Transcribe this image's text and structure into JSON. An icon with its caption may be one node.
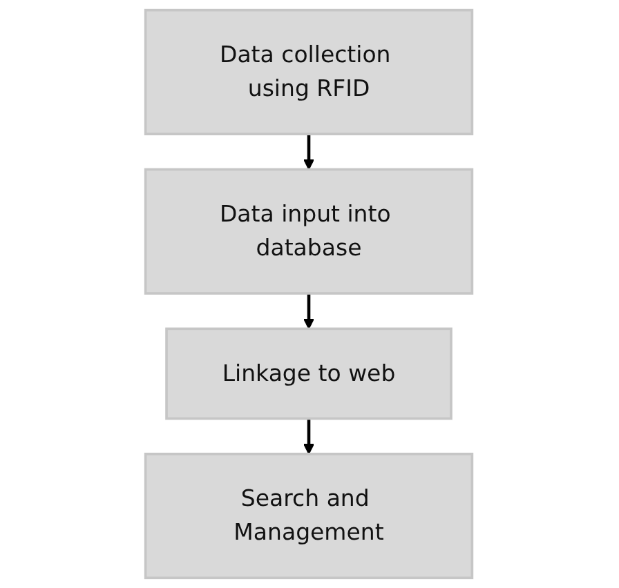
{
  "diagram": {
    "nodes": [
      {
        "text": [
          "Data collection using RFID"
        ]
      },
      {
        "text": [
          "Data input into database"
        ]
      },
      {
        "text": [
          "Linkage to web"
        ]
      },
      {
        "text": [
          "Search and Management"
        ]
      }
    ],
    "edges": [
      {
        "from": 0,
        "to": 1,
        "arrow": "to"
      },
      {
        "from": 1,
        "to": 2,
        "arrow": "to"
      },
      {
        "from": 2,
        "to": 3,
        "arrow": "to"
      }
    ]
  }
}
